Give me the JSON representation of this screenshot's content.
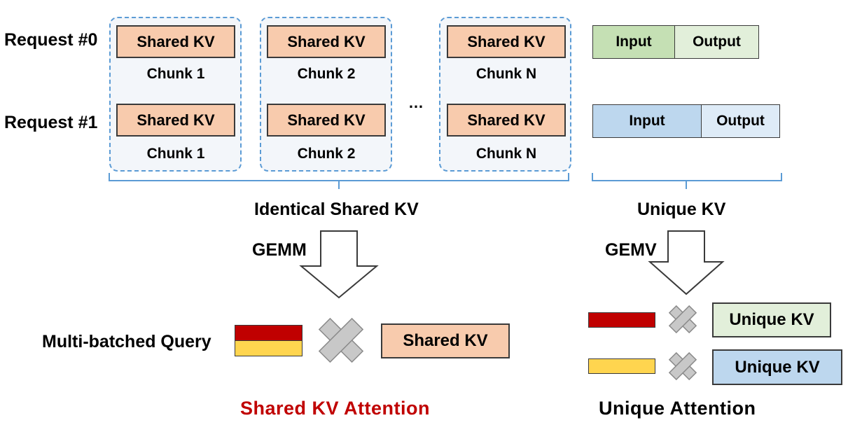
{
  "requests": [
    {
      "label": "Request #0",
      "chunks": [
        "Chunk 1",
        "Chunk 2",
        "Chunk N"
      ],
      "kv_label": "Shared KV",
      "input_label": "Input",
      "output_label": "Output"
    },
    {
      "label": "Request #1",
      "chunks": [
        "Chunk 1",
        "Chunk 2",
        "Chunk N"
      ],
      "kv_label": "Shared KV",
      "input_label": "Input",
      "output_label": "Output"
    }
  ],
  "ellipsis": "…",
  "brace_labels": {
    "shared": "Identical Shared KV",
    "unique": "Unique KV"
  },
  "arrows": {
    "left": "GEMM",
    "right": "GEMV"
  },
  "query_label": "Multi-batched Query",
  "shared_kv_box": "Shared KV",
  "unique_kv_boxes": [
    "Unique KV",
    "Unique KV"
  ],
  "captions": {
    "left": "Shared KV Attention",
    "right": "Unique Attention"
  },
  "colors": {
    "shared_kv": "#f8cbad",
    "input_0": "#c5e0b4",
    "output_0": "#e2efda",
    "input_1": "#bdd7ee",
    "output_1": "#deebf7",
    "query_red": "#c00000",
    "query_yellow": "#ffd54f",
    "caption_left": "#c00000",
    "group_border": "#5b9bd5",
    "cross": "#c8c8c8"
  }
}
